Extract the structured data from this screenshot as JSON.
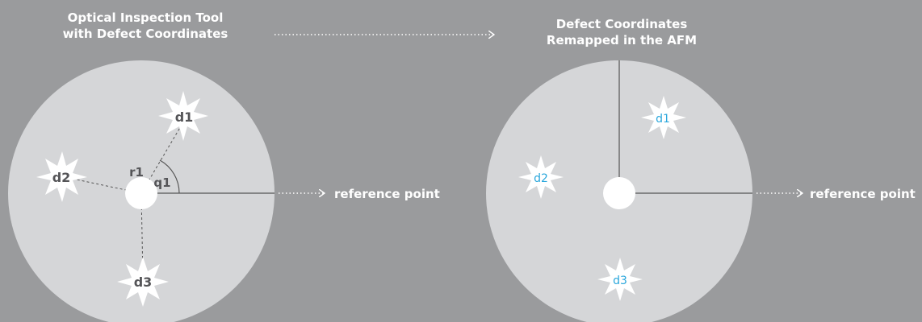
{
  "titles": {
    "left": [
      "Optical Inspection Tool",
      "with Defect Coordinates"
    ],
    "right": [
      "Defect Coordinates",
      "Remapped in the AFM"
    ]
  },
  "reference_label": "reference point",
  "left_labels": {
    "d1": "d1",
    "d2": "d2",
    "d3": "d3",
    "r1": "r1",
    "q1": "q1"
  },
  "right_labels": {
    "d1": "d1",
    "d2": "d2",
    "d3": "d3"
  },
  "colors": {
    "background": "#9a9b9d",
    "wafer": "#d5d6d8",
    "left_label": "#555558",
    "right_label": "#2aa7dc",
    "star": "#ffffff"
  }
}
